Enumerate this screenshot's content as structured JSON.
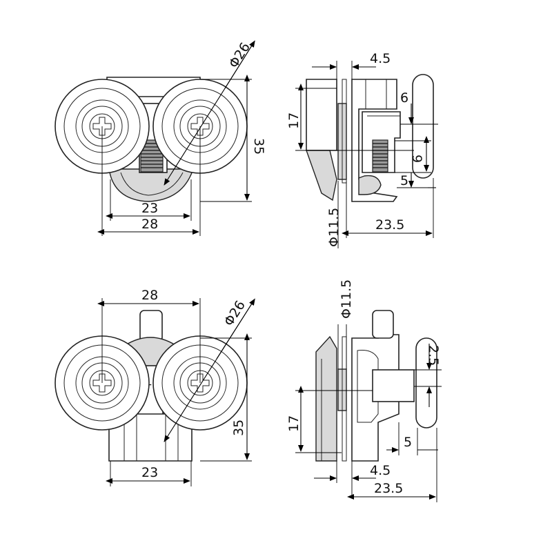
{
  "views": {
    "top_front": {
      "dim_diameter": "Φ26",
      "dim_height": "35",
      "dim_inner_width": "23",
      "dim_outer_width": "28"
    },
    "top_side": {
      "dim_top_offset": "4.5",
      "dim_offset_17": "17",
      "dim_6": "6",
      "dim_9": "9",
      "dim_5": "5",
      "dim_shaft_diameter": "Φ11.5",
      "dim_depth": "23.5"
    },
    "bottom_front": {
      "dim_outer_width": "28",
      "dim_diameter": "Φ26",
      "dim_height": "35",
      "dim_inner_width": "23"
    },
    "bottom_side": {
      "dim_shaft_diameter": "Φ11.5",
      "dim_2_5": "2.5",
      "dim_offset_17": "17",
      "dim_5": "5",
      "dim_bottom_offset": "4.5",
      "dim_depth": "23.5"
    }
  },
  "colors": {
    "line": "#222222",
    "part_fill": "#ffffff",
    "shade": "#d9d9d9",
    "thread": "#9a9a9a"
  }
}
